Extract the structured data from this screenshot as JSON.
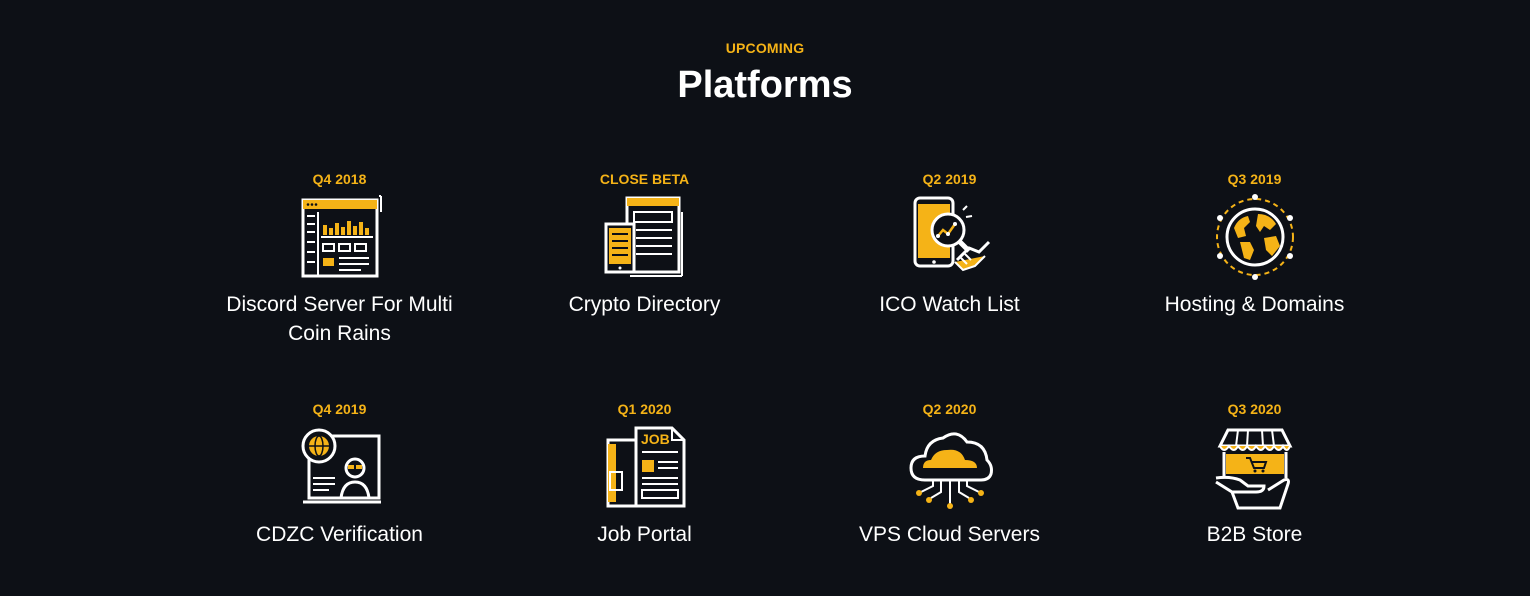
{
  "header": {
    "eyebrow": "UPCOMING",
    "title": "Platforms"
  },
  "colors": {
    "background": "#0d1016",
    "accent": "#f5b317",
    "text": "#ffffff"
  },
  "platforms": [
    {
      "date": "Q4 2018",
      "name": "Discord Server For Multi Coin Rains",
      "icon": "dashboard-window-icon"
    },
    {
      "date": "CLOSE BETA",
      "name": "Crypto Directory",
      "icon": "responsive-devices-icon"
    },
    {
      "date": "Q2 2019",
      "name": "ICO Watch List",
      "icon": "phone-magnifier-handshake-icon"
    },
    {
      "date": "Q3 2019",
      "name": "Hosting & Domains",
      "icon": "globe-network-icon"
    },
    {
      "date": "Q4 2019",
      "name": "CDZC Verification",
      "icon": "user-verification-icon"
    },
    {
      "date": "Q1 2020",
      "name": "Job Portal",
      "icon": "job-document-icon"
    },
    {
      "date": "Q2 2020",
      "name": "VPS Cloud Servers",
      "icon": "cloud-server-icon"
    },
    {
      "date": "Q3 2020",
      "name": "B2B Store",
      "icon": "shop-hand-icon"
    }
  ],
  "icon_labels": {
    "job_text": "JOB"
  }
}
